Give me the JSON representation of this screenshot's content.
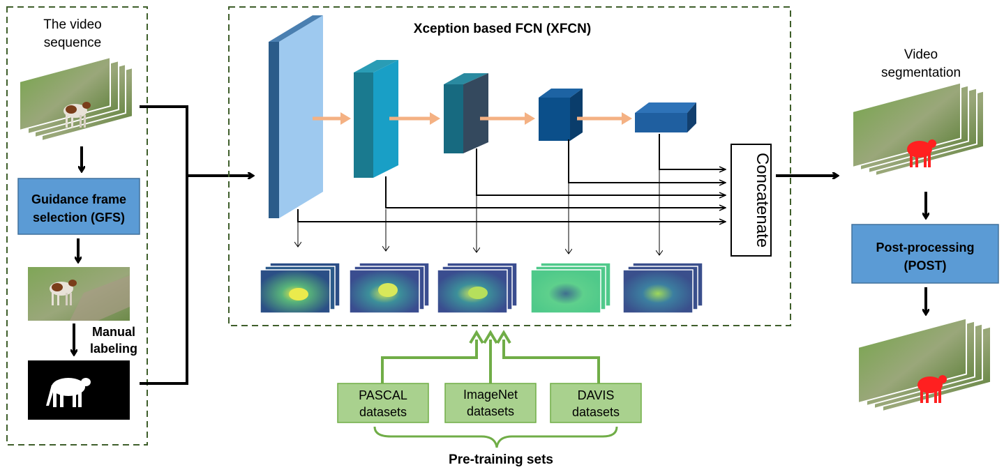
{
  "left_panel": {
    "title_line1": "The video",
    "title_line2": "sequence",
    "gfs_line1": "Guidance frame",
    "gfs_line2": "selection (GFS)",
    "manual_line1": "Manual",
    "manual_line2": "labeling"
  },
  "center_panel": {
    "title": "Xception based FCN (XFCN)",
    "concatenate": "Concatenate"
  },
  "pretraining": {
    "boxes": [
      {
        "line1": "PASCAL",
        "line2": "datasets"
      },
      {
        "line1": "ImageNet",
        "line2": "datasets"
      },
      {
        "line1": "DAVIS",
        "line2": "datasets"
      }
    ],
    "label": "Pre-training sets"
  },
  "right_panel": {
    "title_line1": "Video",
    "title_line2": "segmentation",
    "post_line1": "Post-processing",
    "post_line2": "(POST)"
  },
  "colors": {
    "dashed_border": "#3e5e2a",
    "blue_box": "#5b9bd5",
    "green_box": "#a9d18e",
    "green_line": "#70ad47",
    "orange_arrow": "#f4b183",
    "mask_red": "#ff2020"
  }
}
